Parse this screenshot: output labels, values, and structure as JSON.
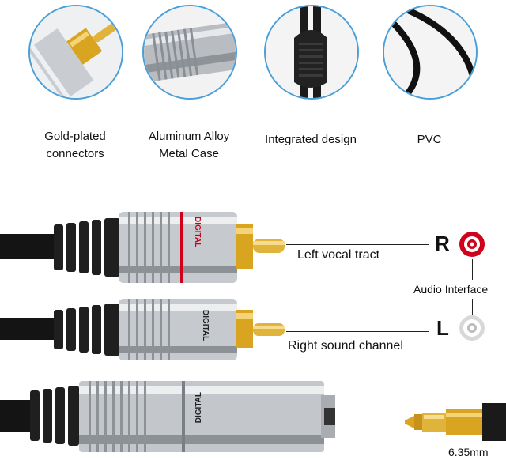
{
  "features": [
    {
      "icon": "gold-connector-closeup-icon",
      "label": "Gold-plated\nconnectors"
    },
    {
      "icon": "metal-case-closeup-icon",
      "label": "Aluminum Alloy\nMetal Case"
    },
    {
      "icon": "integrated-design-closeup-icon",
      "label": "Integrated design"
    },
    {
      "icon": "pvc-cable-closeup-icon",
      "label": "PVC"
    }
  ],
  "connector_text": "DIGITAL",
  "left_label": "Left vocal tract",
  "right_label": "Right sound channel",
  "r_letter": "R",
  "l_letter": "L",
  "interface_label": "Audio Interface",
  "jack_size": "6.35mm",
  "colors": {
    "accent_circle": "#4a9fd8",
    "red_jack": "#d0021b",
    "gold": "#d9a521"
  }
}
